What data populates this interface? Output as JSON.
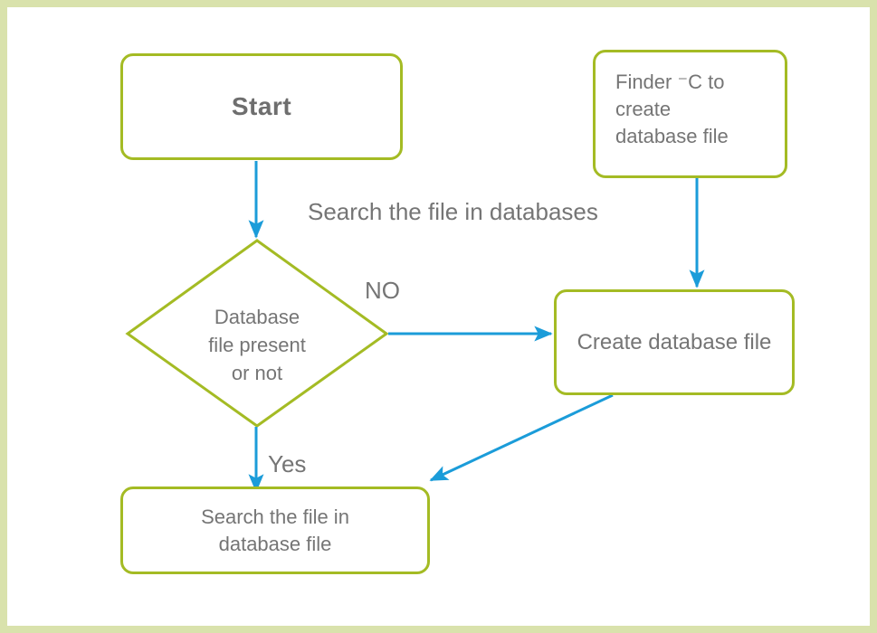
{
  "colors": {
    "frame": "#d9e2ac",
    "node_border": "#a4bb24",
    "arrow": "#1b9cd9",
    "text": "#757575",
    "title_text": "#6e6e6e",
    "node_fill": "#ffffff"
  },
  "nodes": {
    "start": {
      "label": "Start"
    },
    "finder": {
      "lines": [
        "Finder ⁻C to",
        "create",
        "database file"
      ]
    },
    "decision": {
      "lines": [
        "Database",
        "file present",
        "or not"
      ]
    },
    "create": {
      "label": "Create database file"
    },
    "search_db": {
      "lines": [
        "Search the file in",
        "database file"
      ]
    }
  },
  "labels": {
    "caption": "Search the file in databases",
    "no": "NO",
    "yes": "Yes"
  }
}
